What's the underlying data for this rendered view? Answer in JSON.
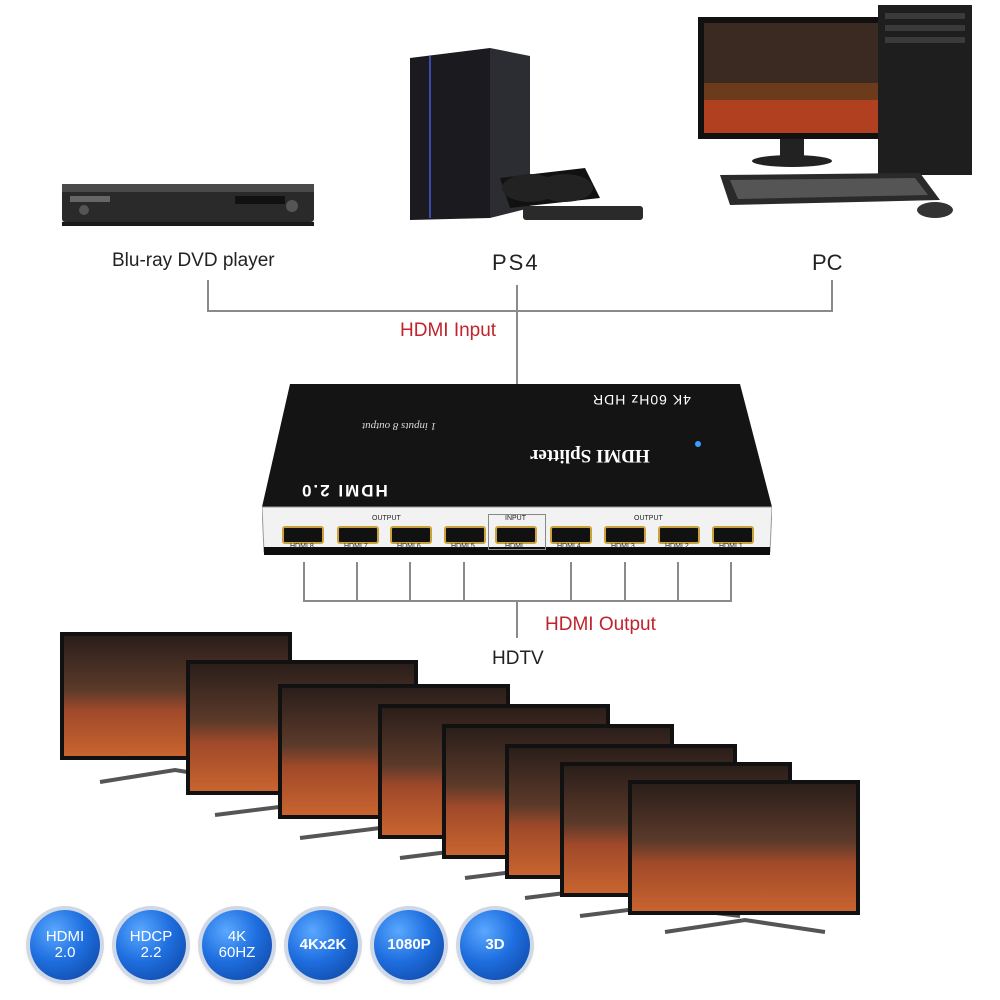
{
  "devices": {
    "bluray_label": "Blu-ray DVD player",
    "ps4_label": "PS4",
    "pc_label": "PC",
    "hdtv_label": "HDTV"
  },
  "connections": {
    "input_label": "HDMI Input",
    "output_label": "HDMI Output"
  },
  "splitter": {
    "top_text": "4K 60Hz HDR",
    "brand_text": "HDMI Splitter",
    "subtitle": "1 inputs 8 output",
    "logo_text": "HDMI 2.0",
    "output_group_left": "OUTPUT",
    "input_group": "INPUT",
    "output_group_right": "OUTPUT",
    "ports": [
      "HDMI 8",
      "HDMI 7",
      "HDMI 6",
      "HDMI 5",
      "HDMI",
      "HDMI 4",
      "HDMI 3",
      "HDMI 2",
      "HDMI 1"
    ]
  },
  "badges": [
    "HDMI\n2.0",
    "HDCP\n2.2",
    "4K\n60HZ",
    "4Kx2K",
    "1080P",
    "3D"
  ],
  "colors": {
    "accent_red": "#c0232b",
    "badge_blue": "#1f6fe0",
    "line_grey": "#8a8a8a"
  }
}
